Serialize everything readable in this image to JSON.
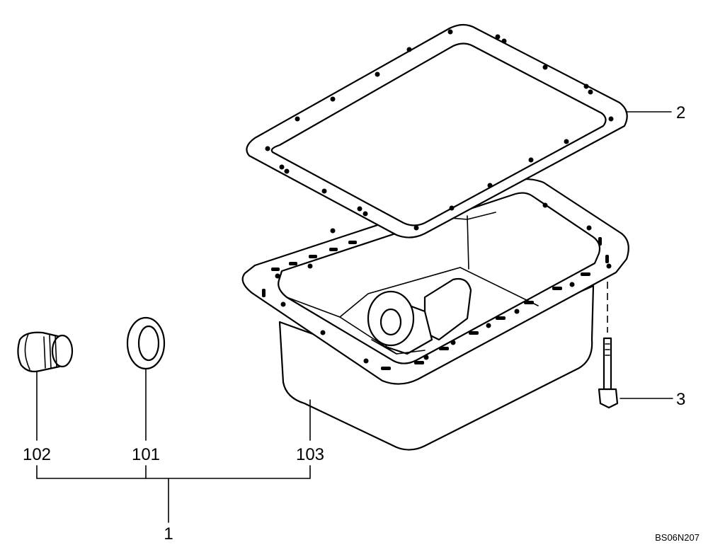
{
  "callouts": {
    "gasket": "2",
    "bolt": "3",
    "drain_plug": "102",
    "washer": "101",
    "oil_pan": "103",
    "assembly": "1"
  },
  "drawing_code": "BS06N207"
}
